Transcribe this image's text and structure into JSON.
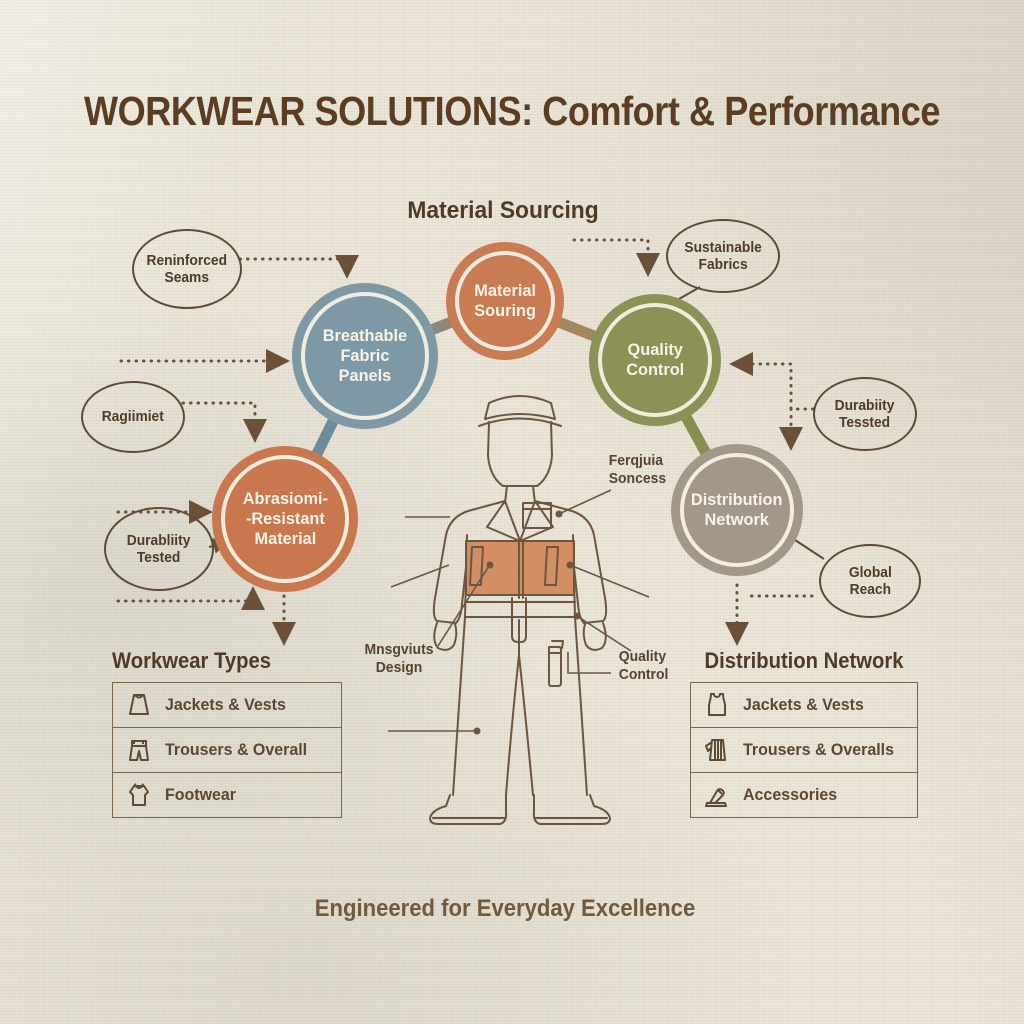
{
  "title": "WORKWEAR SOLUTIONS: Comfort & Performance",
  "section_label": "Material Sourcing",
  "tagline": "Engineered for Everyday Excellence",
  "colors": {
    "background": "#ebe6d9",
    "title_brown": "#5a3d22",
    "line_brown": "#6b5138",
    "node_blue": "#7e99a6",
    "node_orange": "#c97b53",
    "node_olive": "#8d9155",
    "node_taupe": "#a39789",
    "panel_orange": "#d0875a"
  },
  "nodes": {
    "breathable": {
      "label": "Breathable\nFabric\nPanels"
    },
    "sourcing": {
      "label": "Material\nSouring"
    },
    "quality": {
      "label": "Quality\nControl"
    },
    "abrasion": {
      "label": "Abrasiomi-\n-Resistant\nMaterial"
    },
    "distribution": {
      "label": "Distribution\nNetwork"
    }
  },
  "callouts": {
    "reinforced_seams": "Reninforced\nSeams",
    "sustainable_fabrics": "Sustainable\nFabrics",
    "ragiimiet": "Ragiimiet",
    "durability_left": "Durabliity\nTested",
    "durability_right": "Durabiity\nTessted",
    "global_reach": "Global\nReach"
  },
  "figure_labels": {
    "fabric": "Ferqjuia\nSoncess",
    "design": "Mnsgviuts\nDesign",
    "quality": "Quality\nControl"
  },
  "workwear_types": {
    "title": "Workwear Types",
    "rows": [
      {
        "icon": "vest-icon",
        "label": "Jackets & Vests"
      },
      {
        "icon": "trousers-icon",
        "label": "Trousers & Overall"
      },
      {
        "icon": "jacket-icon",
        "label": "Footwear"
      }
    ]
  },
  "distribution_network": {
    "title": "Distribution Network",
    "rows": [
      {
        "icon": "tank-icon",
        "label": "Jackets & Vests"
      },
      {
        "icon": "overalls-icon",
        "label": "Trousers & Overalls"
      },
      {
        "icon": "accessory-icon",
        "label": "Accessories"
      }
    ]
  }
}
